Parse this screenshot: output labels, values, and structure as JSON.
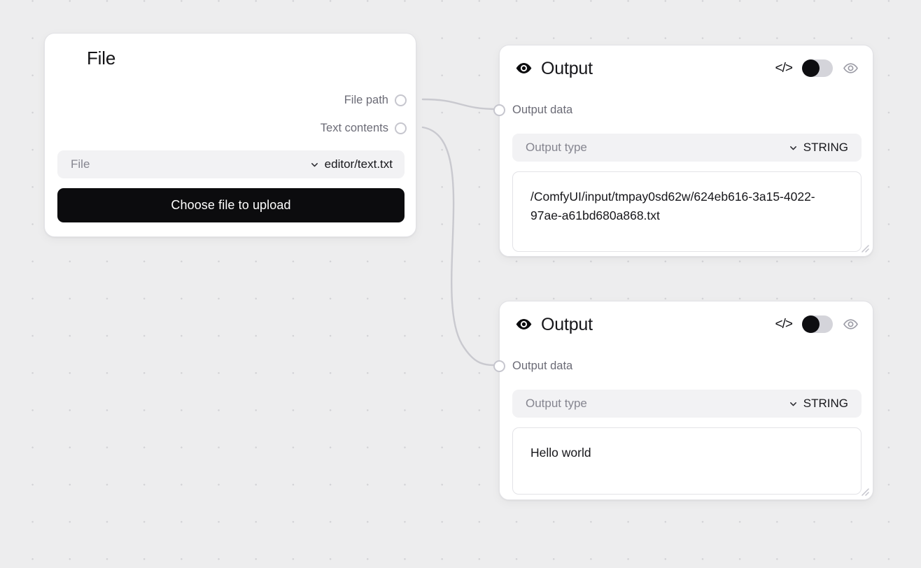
{
  "canvas": {
    "background_color": "#ededee",
    "dot_color": "#d2d2d5",
    "edge_color": "#c9c9cf"
  },
  "file_node": {
    "title": "File",
    "outputs": [
      {
        "label": "File path",
        "port": "output-port"
      },
      {
        "label": "Text contents",
        "port": "output-port"
      }
    ],
    "file_widget": {
      "name": "File",
      "value": "editor/text.txt",
      "chevron": "chevron-down-icon"
    },
    "upload_button": {
      "label": "Choose file to upload",
      "background": "#0c0c0e",
      "text_color": "#ffffff"
    }
  },
  "output_nodes": [
    {
      "title": "Output",
      "header_icons": {
        "left": "eye-filled-icon",
        "code": "</>",
        "toggle": "toggle-switch",
        "right": "eye-outline-icon"
      },
      "input_label": "Output data",
      "type_widget": {
        "name": "Output type",
        "value": "STRING",
        "chevron": "chevron-down-icon"
      },
      "text_value": "/ComfyUI/input/tmpay0sd62w/624eb616-3a15-4022-97ae-a61bd680a868.txt"
    },
    {
      "title": "Output",
      "header_icons": {
        "left": "eye-filled-icon",
        "code": "</>",
        "toggle": "toggle-switch",
        "right": "eye-outline-icon"
      },
      "input_label": "Output data",
      "type_widget": {
        "name": "Output type",
        "value": "STRING",
        "chevron": "chevron-down-icon"
      },
      "text_value": "Hello world"
    }
  ]
}
